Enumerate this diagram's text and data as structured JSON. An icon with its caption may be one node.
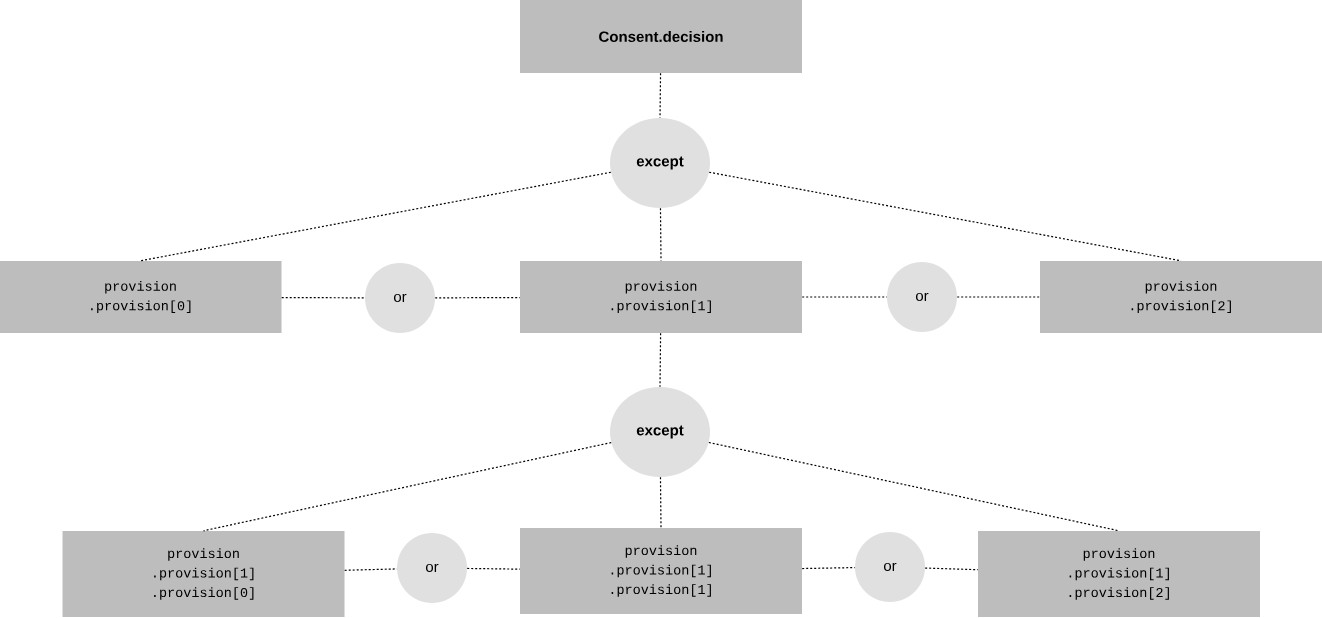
{
  "diagram": {
    "nodes": [
      {
        "text": [
          "Consent.decision"
        ]
      },
      {
        "text": [
          "except"
        ]
      },
      {
        "text": [
          "provision .provision[0]"
        ]
      },
      {
        "text": [
          "or"
        ]
      },
      {
        "text": [
          "provision .provision[1]"
        ]
      },
      {
        "text": [
          "or"
        ]
      },
      {
        "text": [
          "provision .provision[2]"
        ]
      },
      {
        "text": [
          "except"
        ]
      },
      {
        "text": [
          "provision .provision[1] .provision[0]"
        ]
      },
      {
        "text": [
          "or"
        ]
      },
      {
        "text": [
          "provision .provision[1] .provision[1]"
        ]
      },
      {
        "text": [
          "or"
        ]
      },
      {
        "text": [
          "provision .provision[1] .provision[2]"
        ]
      }
    ],
    "edges": [
      {
        "from": 0,
        "to": 1,
        "arrow": "none"
      },
      {
        "from": 1,
        "to": 2,
        "arrow": "none"
      },
      {
        "from": 1,
        "to": 4,
        "arrow": "none"
      },
      {
        "from": 1,
        "to": 6,
        "arrow": "none"
      },
      {
        "from": 2,
        "to": 3,
        "arrow": "none"
      },
      {
        "from": 3,
        "to": 4,
        "arrow": "none"
      },
      {
        "from": 4,
        "to": 5,
        "arrow": "none"
      },
      {
        "from": 5,
        "to": 6,
        "arrow": "none"
      },
      {
        "from": 4,
        "to": 7,
        "arrow": "none"
      },
      {
        "from": 7,
        "to": 8,
        "arrow": "none"
      },
      {
        "from": 7,
        "to": 10,
        "arrow": "none"
      },
      {
        "from": 7,
        "to": 12,
        "arrow": "none"
      },
      {
        "from": 8,
        "to": 9,
        "arrow": "none"
      },
      {
        "from": 9,
        "to": 10,
        "arrow": "none"
      },
      {
        "from": 10,
        "to": 11,
        "arrow": "none"
      },
      {
        "from": 11,
        "to": 12,
        "arrow": "none"
      }
    ]
  }
}
